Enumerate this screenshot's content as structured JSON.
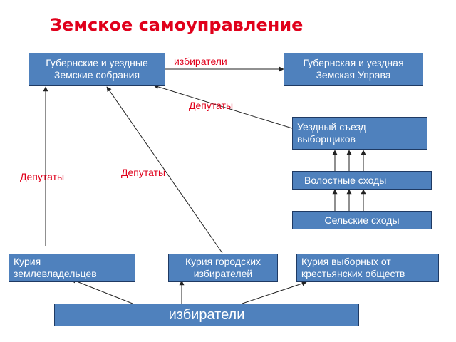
{
  "title": "Земское самоуправление",
  "colors": {
    "title": "#e0001b",
    "box_fill": "#4f81bd",
    "box_border": "#1f3a63",
    "label_red": "#e0001b",
    "arrow": "#222222"
  },
  "boxes": {
    "assemblies": "Губернские и уездные\nЗемские собрания",
    "uprava": "Губернская и уездная\nЗемская Управа",
    "uezd_congress": "Уездный съезд\nвыборщиков",
    "volost": "Волостные сходы",
    "village": "Сельские  сходы",
    "curia_land": "Курия\nземлевладельцев",
    "curia_city": "Курия  городских\nизбирателей",
    "curia_peasant": "Курия выборных от\nкрестьянских обществ",
    "voters": "избиратели"
  },
  "labels": {
    "electors_top": "избиратели",
    "deputies_right": "Депутаты",
    "deputies_left": "Депутаты",
    "deputies_mid": "Депутаты"
  }
}
